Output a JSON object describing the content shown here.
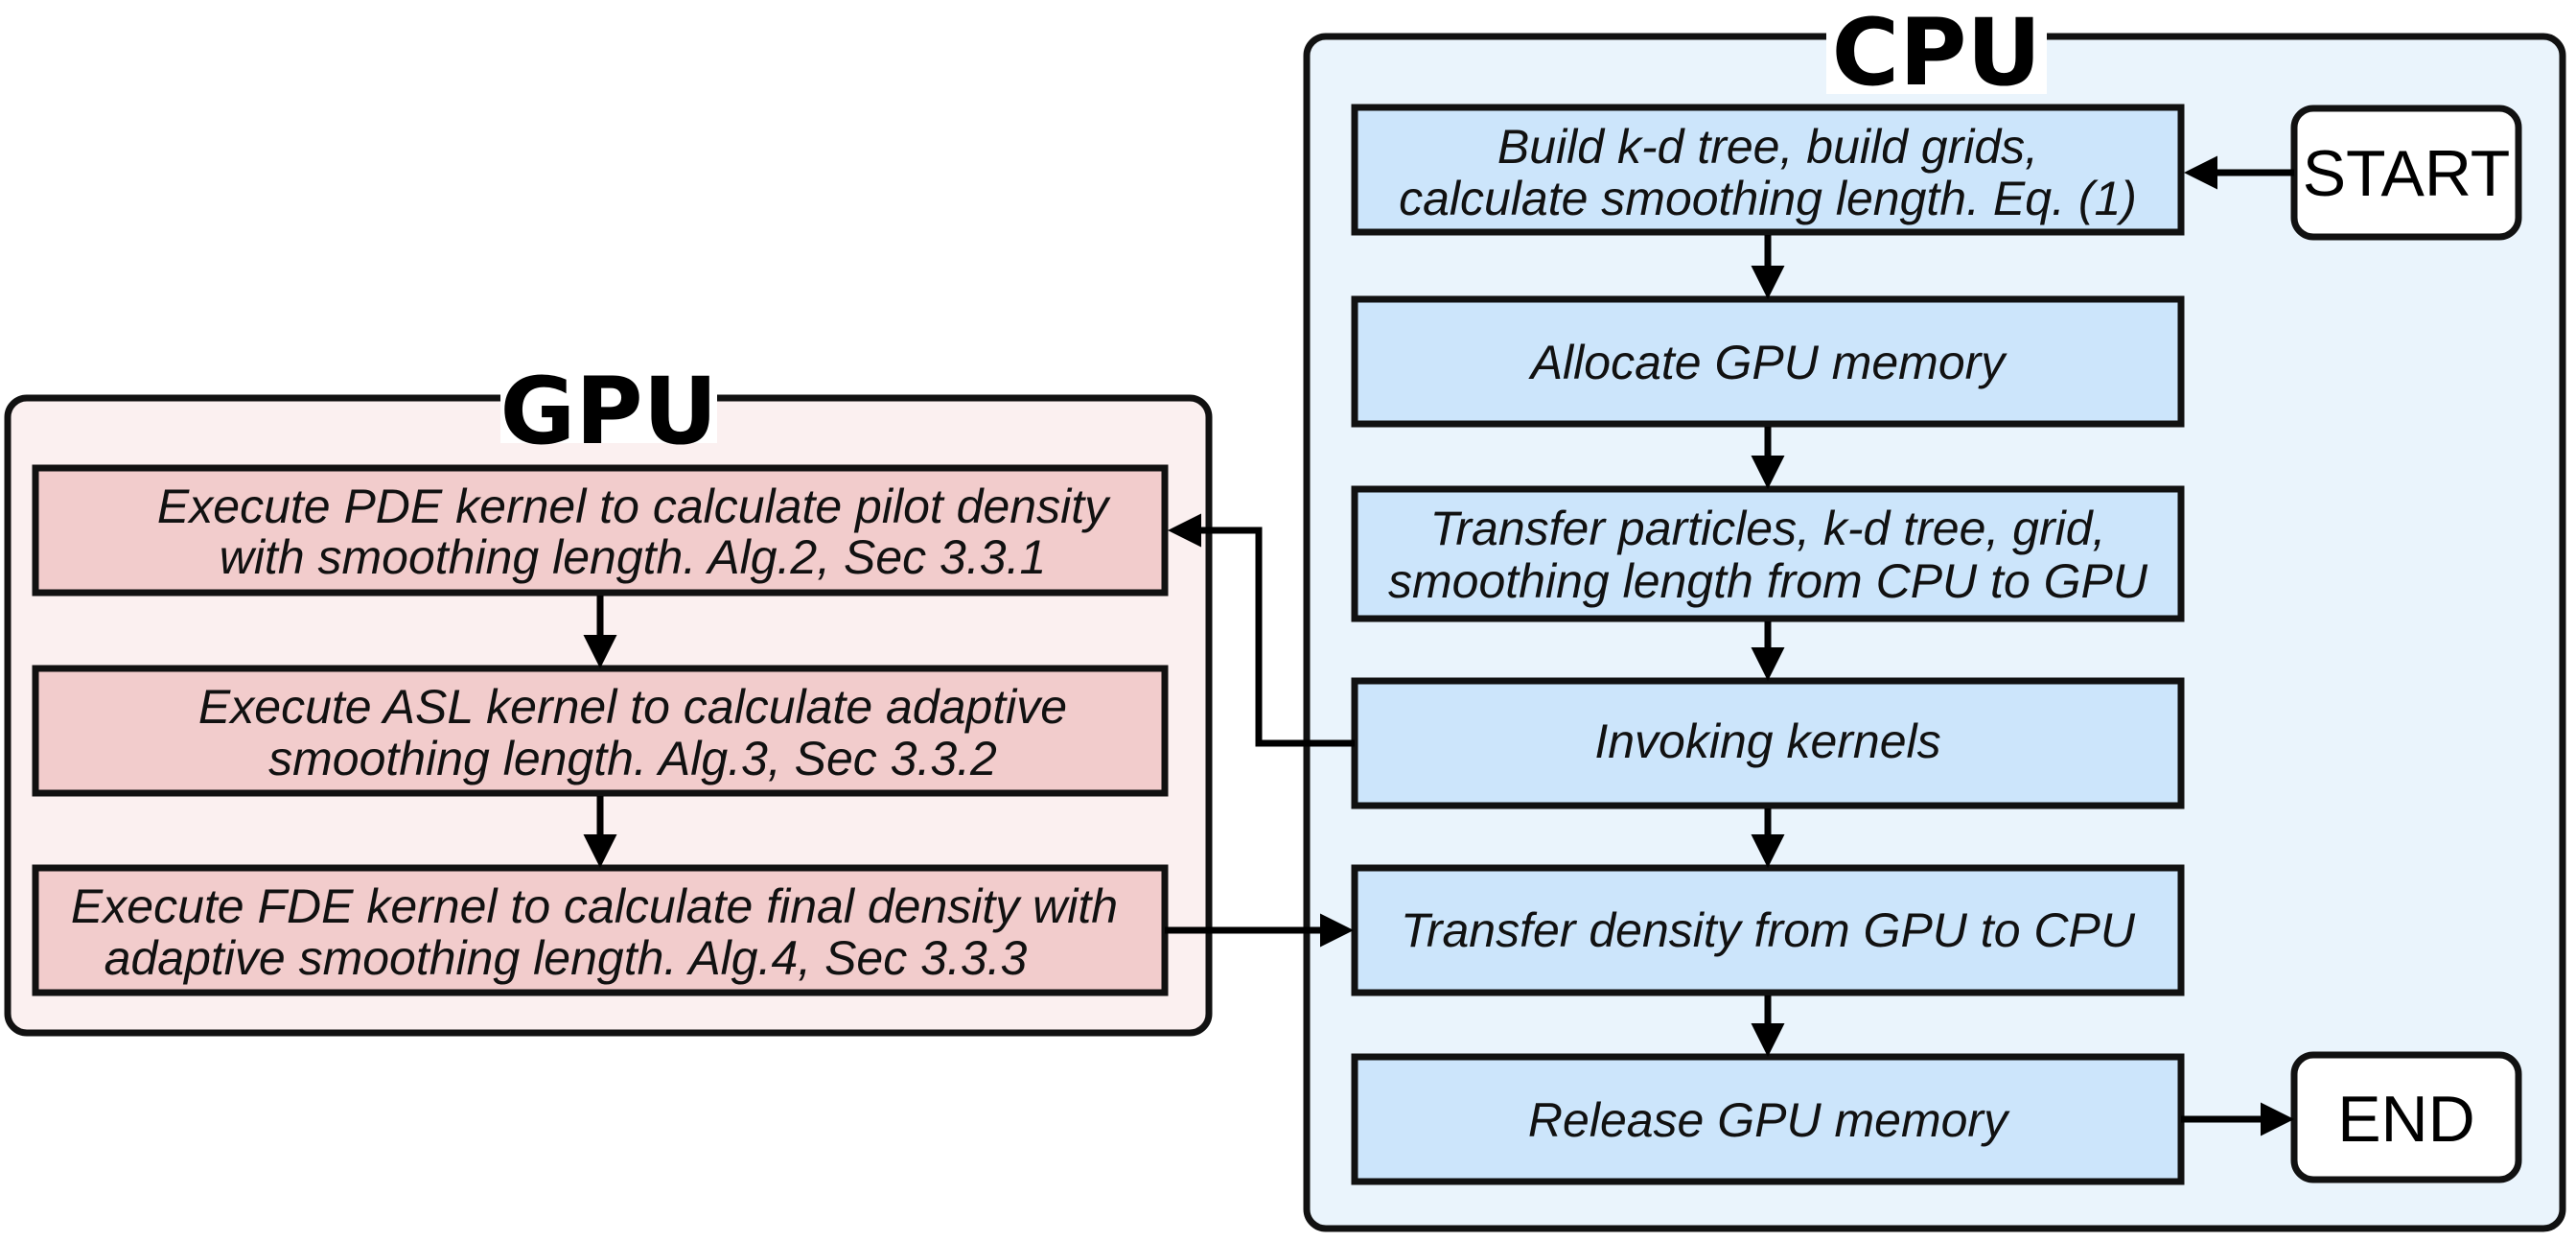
{
  "cpu": {
    "title": "CPU",
    "steps": [
      {
        "lines": [
          "Build k-d tree, build grids,",
          "calculate smoothing length. Eq. (1)"
        ]
      },
      {
        "lines": [
          "Allocate GPU memory"
        ]
      },
      {
        "lines": [
          "Transfer particles, k-d tree, grid,",
          "smoothing length from CPU to GPU"
        ]
      },
      {
        "lines": [
          "Invoking kernels"
        ]
      },
      {
        "lines": [
          "Transfer density from GPU to CPU"
        ]
      },
      {
        "lines": [
          "Release GPU memory"
        ]
      }
    ],
    "start_label": "START",
    "end_label": "END"
  },
  "gpu": {
    "title": "GPU",
    "steps": [
      {
        "lines": [
          "Execute PDE kernel to calculate pilot density",
          "with smoothing length. Alg.2, Sec 3.3.1"
        ]
      },
      {
        "lines": [
          "Execute ASL kernel to calculate adaptive",
          "smoothing length. Alg.3, Sec 3.3.2"
        ]
      },
      {
        "lines": [
          "Execute FDE kernel to calculate final density with",
          "adaptive smoothing length. Alg.4, Sec 3.3.3"
        ]
      }
    ]
  },
  "colors": {
    "cpu_panel_fill": "#eaf4fc",
    "cpu_step_fill": "#cce5fb",
    "gpu_panel_fill": "#fbf0f0",
    "gpu_step_fill": "#f2cccc",
    "outline": "#111111"
  }
}
